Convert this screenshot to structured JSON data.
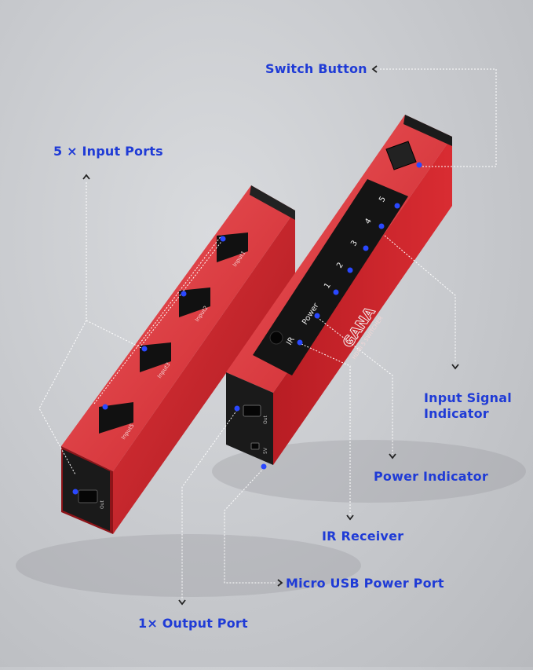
{
  "callouts": {
    "switch_button": "Switch Button",
    "input_ports": "5 × Input Ports",
    "input_signal_indicator": "Input Signal Indicator",
    "power_indicator": "Power Indicator",
    "ir_receiver": "IR Receiver",
    "micro_usb_power_port": "Micro USB Power Port",
    "output_port": "1× Output Port"
  },
  "device_panel": {
    "ir": "IR",
    "power": "Power",
    "ch1": "1",
    "ch2": "2",
    "ch3": "3",
    "ch4": "4",
    "ch5": "5"
  },
  "port_labels": {
    "input1": "Input1",
    "input2": "Input2",
    "input3": "Input3",
    "input5": "Input5",
    "out": "Out",
    "out_rear": "Out",
    "usb": "5V"
  },
  "side_printing": {
    "brand": "GANA",
    "model": "HDMI 5 SWITCHER"
  },
  "colors": {
    "callout_blue": "#1f3bd6",
    "dot_blue": "#2a48ff",
    "housing_red": "#c8232a",
    "panel_black": "#141414"
  }
}
